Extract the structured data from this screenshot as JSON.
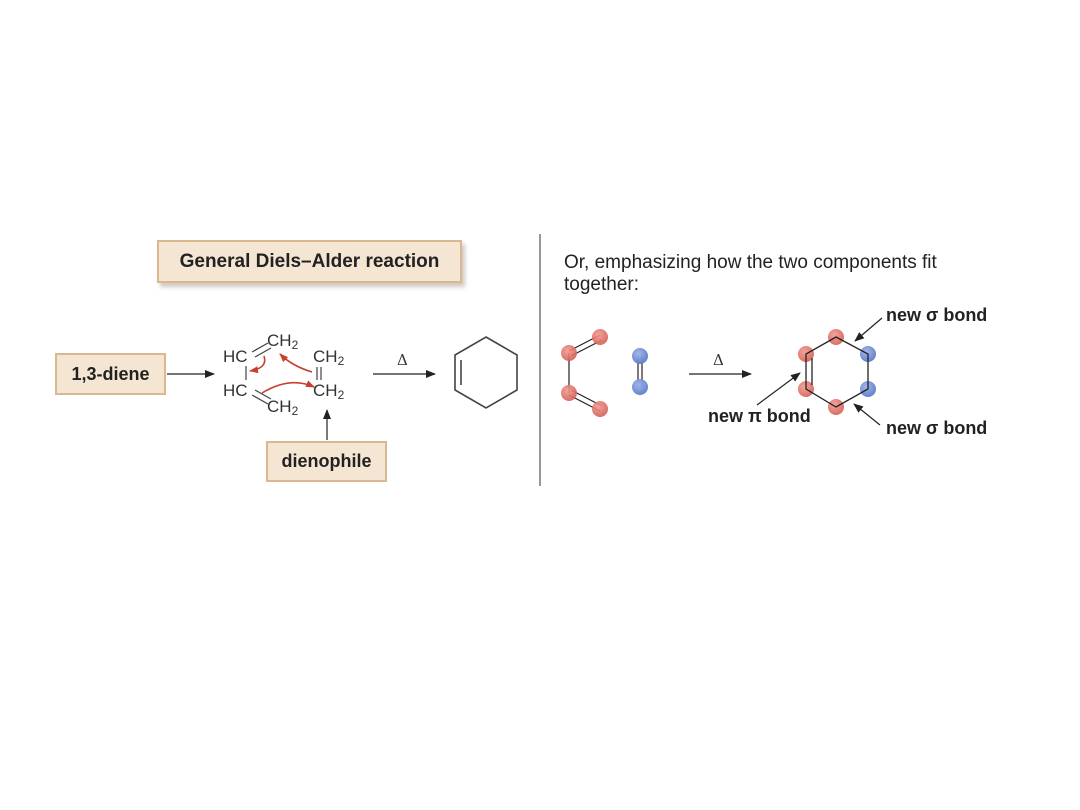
{
  "left_panel": {
    "title": "General Diels–Alder reaction",
    "diene_label": "1,3-diene",
    "dienophile_label": "dienophile",
    "heat_symbol": "Δ",
    "diene_structure": {
      "top_left": "HC",
      "top_right": "CH",
      "bottom_left": "HC",
      "bottom_right": "CH",
      "subscript": "2"
    },
    "dienophile_structure": {
      "top": "CH",
      "bottom": "CH",
      "subscript": "2"
    },
    "product": "cyclohexene",
    "arrow_color": "#c8402f"
  },
  "right_panel": {
    "intro_text": "Or, emphasizing how the two components fit together:",
    "heat_symbol": "Δ",
    "labels": {
      "sigma_top": "new σ bond",
      "sigma_bottom": "new σ bond",
      "pi": "new π bond"
    },
    "colors": {
      "diene_atom": "#d9675f",
      "dienophile_atom": "#6a86cf"
    }
  }
}
